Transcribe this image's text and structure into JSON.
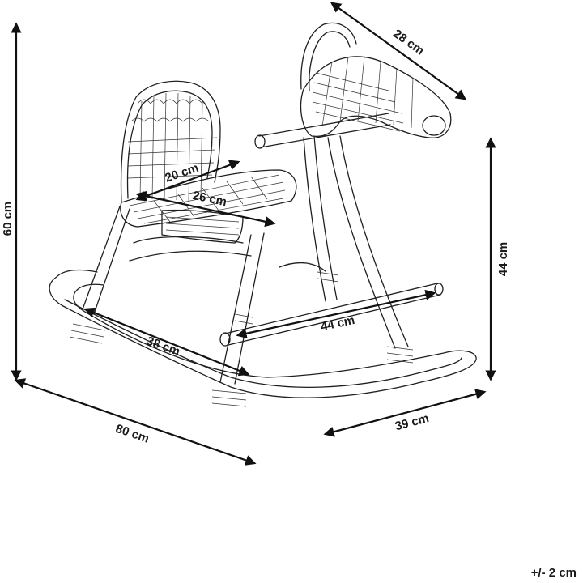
{
  "diagram": {
    "dimensions": {
      "height_total": "60 cm",
      "head_length": "28 cm",
      "seat_depth": "20 cm",
      "seat_width": "26 cm",
      "seat_height": "44 cm",
      "footrest_width": "44 cm",
      "leg_spread": "38 cm",
      "length_total": "80 cm",
      "width_total": "39 cm"
    },
    "tolerance": "+/- 2 cm"
  },
  "colors": {
    "line": "#1f1f1f",
    "background": "#ffffff"
  }
}
